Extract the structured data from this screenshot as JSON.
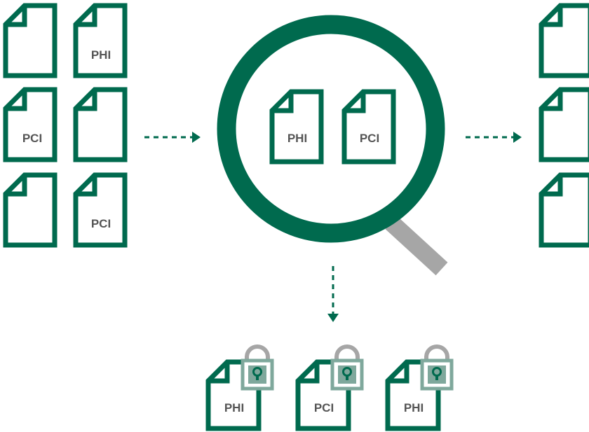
{
  "colors": {
    "primary": "#006A4E",
    "label": "#555555",
    "handle": "#A6A6A6",
    "lock_shackle": "#A6A6A6",
    "lock_body": "#7FA89C",
    "lock_keyhole": "#006A4E"
  },
  "icons": {
    "document": "document-icon",
    "magnifier": "magnifying-glass-icon",
    "lock": "padlock-icon",
    "arrow": "dashed-arrow-icon"
  },
  "input_documents": [
    {
      "label": ""
    },
    {
      "label": "PHI"
    },
    {
      "label": "PCI"
    },
    {
      "label": ""
    },
    {
      "label": ""
    },
    {
      "label": "PCI"
    }
  ],
  "scanned_documents": [
    {
      "label": "PHI"
    },
    {
      "label": "PCI"
    }
  ],
  "output_documents": [
    {
      "label": ""
    },
    {
      "label": ""
    },
    {
      "label": ""
    }
  ],
  "protected_documents": [
    {
      "label": "PHI"
    },
    {
      "label": "PCI"
    },
    {
      "label": "PHI"
    }
  ]
}
